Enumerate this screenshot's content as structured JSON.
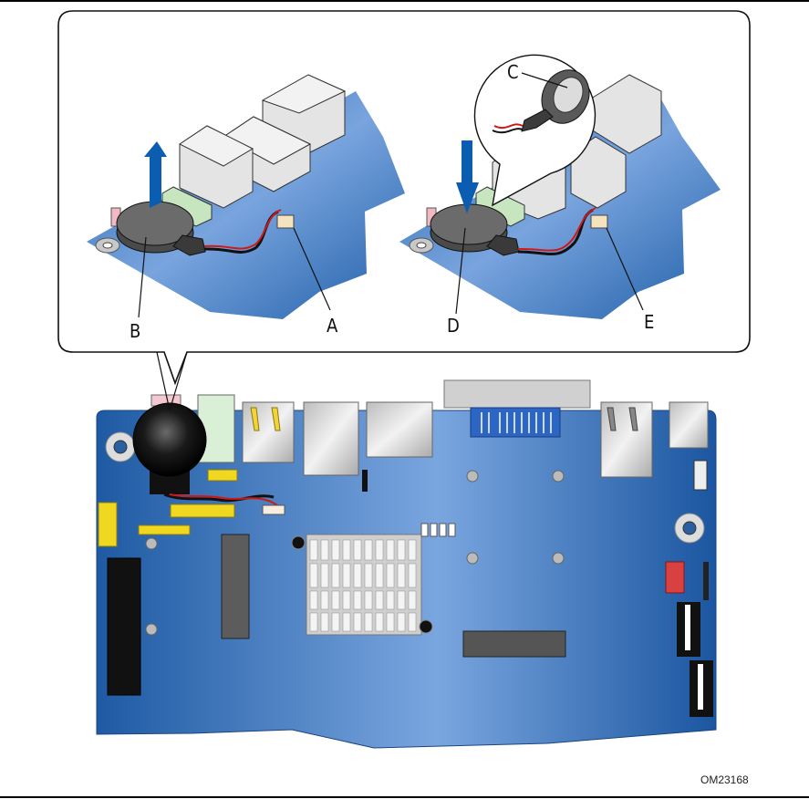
{
  "figure": {
    "id": "OM23168",
    "callouts": {
      "A": "A",
      "B": "B",
      "C": "C",
      "D": "D",
      "E": "E"
    }
  },
  "colors": {
    "board_blue": "#2f6fb8",
    "board_light": "#7aa6df",
    "arrow_blue": "#0a5db0",
    "wire_red": "#d01818",
    "connector_gray": "#d8d8d8",
    "header_yellow": "#f0d820"
  },
  "icons": {
    "remove_arrow": "arrow-up-icon",
    "install_arrow": "arrow-down-icon"
  }
}
